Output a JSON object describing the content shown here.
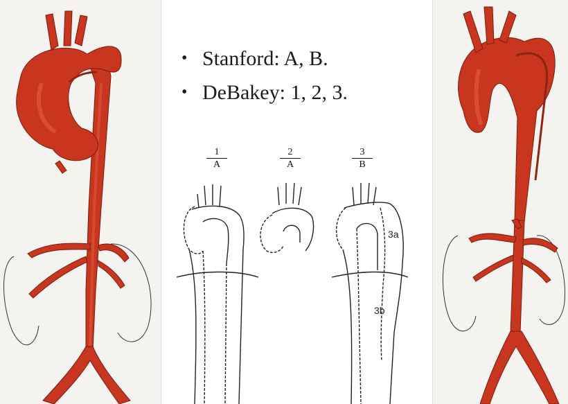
{
  "bullets": [
    "Stanford: A, B.",
    "DeBakey: 1, 2, 3."
  ],
  "diagram_types": [
    {
      "number": "1",
      "class": "A"
    },
    {
      "number": "2",
      "class": "A"
    },
    {
      "number": "3",
      "class": "B"
    }
  ],
  "region_labels": {
    "upper": "3a",
    "lower": "3b"
  },
  "colors": {
    "aorta": "#c8361f",
    "aorta_dark": "#8e2412",
    "aorta_light": "#e0593a",
    "outline": "#222222"
  }
}
